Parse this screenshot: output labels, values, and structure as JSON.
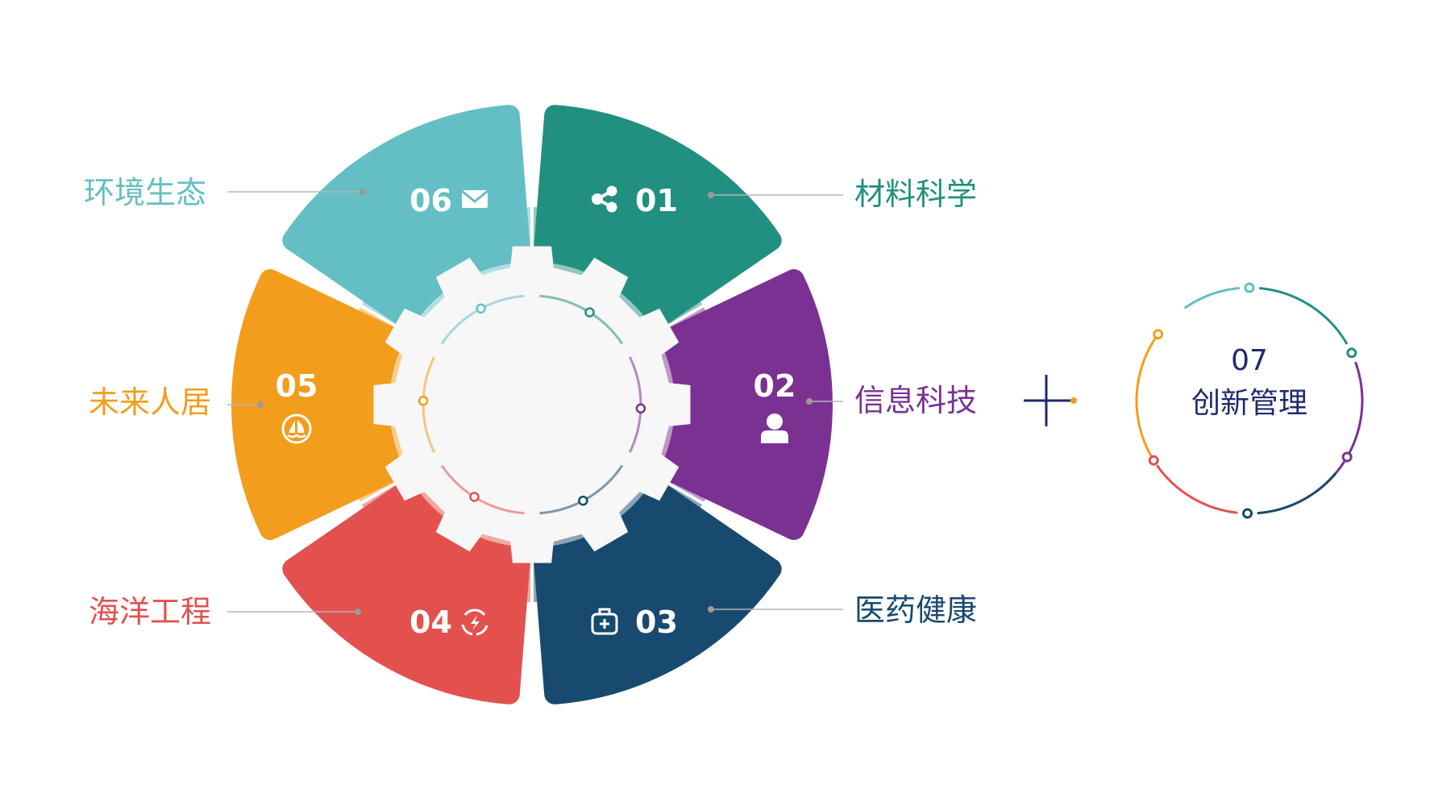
{
  "colors": {
    "s01": "#219080",
    "s02": "#7b3191",
    "s03": "#174a6e",
    "s04": "#e2514e",
    "s05": "#f39d1d",
    "s06": "#63bfc4",
    "center": "#f7f7f7",
    "plus": "#1f2a6e"
  },
  "segments": [
    {
      "id": "01",
      "number": "01",
      "label": "材料科学",
      "icon": "share-icon"
    },
    {
      "id": "02",
      "number": "02",
      "label": "信息科技",
      "icon": "user-icon"
    },
    {
      "id": "03",
      "number": "03",
      "label": "医药健康",
      "icon": "medical-bag-icon"
    },
    {
      "id": "04",
      "number": "04",
      "label": "海洋工程",
      "icon": "energy-cycle-icon"
    },
    {
      "id": "05",
      "number": "05",
      "label": "未来人居",
      "icon": "sailboat-icon"
    },
    {
      "id": "06",
      "number": "06",
      "label": "环境生态",
      "icon": "mail-icon"
    }
  ],
  "extra": {
    "number": "07",
    "label": "创新管理"
  }
}
